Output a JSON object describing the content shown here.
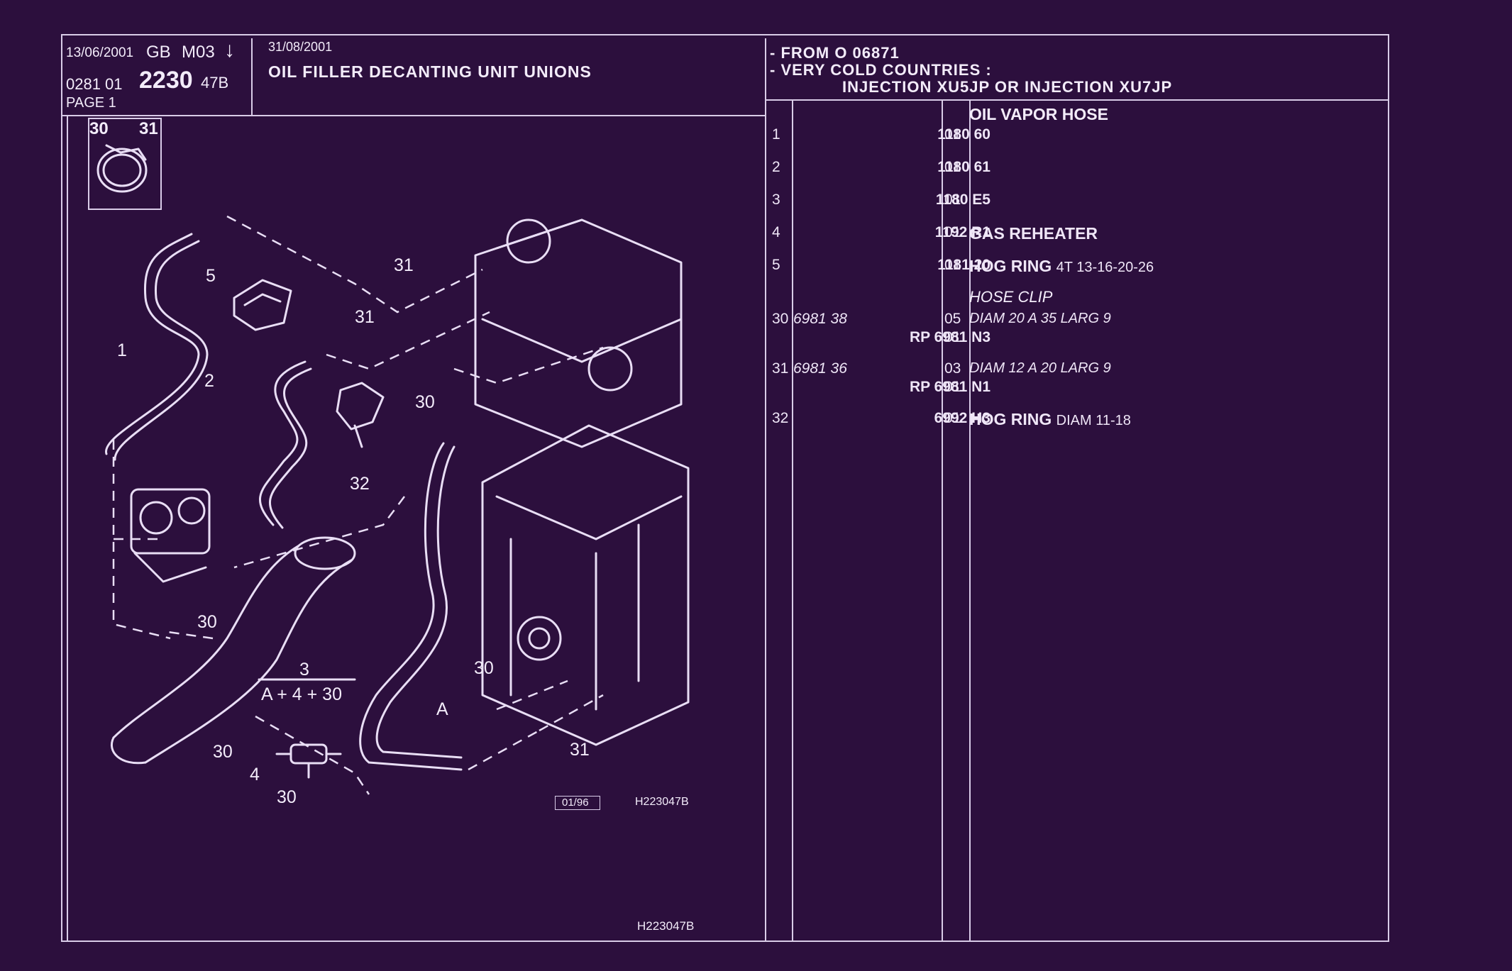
{
  "header": {
    "date1": "13/06/2001",
    "lang": "GB",
    "code": "M03",
    "arrow": "↓",
    "ref_prefix": "0281 01",
    "ref_main": "2230",
    "ref_suffix": "47B",
    "page": "PAGE 1",
    "date2": "31/08/2001",
    "title": "OIL FILLER DECANTING UNIT UNIONS",
    "cond1": "- FROM O   06871",
    "cond2": "- VERY COLD COUNTRIES :",
    "cond3": "INJECTION XU5JP OR  INJECTION XU7JP"
  },
  "diagram": {
    "inset_labels": [
      "30",
      "31"
    ],
    "callouts": [
      "1",
      "2",
      "3",
      "4",
      "5",
      "30",
      "31",
      "32",
      "A"
    ],
    "formula": "A + 4 + 30",
    "date_box": "01/96",
    "ref_small": "H223047B",
    "ref_bottom": "H223047B"
  },
  "parts": [
    {
      "idx": "1",
      "ref": "1180 60",
      "qty": "01",
      "desc": "OIL VAPOR HOSE",
      "note": ""
    },
    {
      "idx": "2",
      "ref": "1180 61",
      "qty": "01",
      "desc": "",
      "note": ""
    },
    {
      "idx": "3",
      "ref": "1180 E5",
      "qty": "01",
      "desc": "",
      "note": ""
    },
    {
      "idx": "4",
      "ref": "1192 R1",
      "qty": "01",
      "desc": "GAS REHEATER",
      "note": ""
    },
    {
      "idx": "5",
      "ref": "1181 20",
      "qty": "01",
      "desc": "HOG RING",
      "note": "4T 13-16-20-26"
    },
    {
      "idx": "30",
      "alt": "6981 38",
      "ref": "RP  6981 N3",
      "qty": "05",
      "qty2": "01",
      "desc": "HOSE CLIP",
      "note": "DIAM 20 A 35 LARG 9"
    },
    {
      "idx": "31",
      "alt": "6981 36",
      "ref": "RP  6981 N1",
      "qty": "03",
      "qty2": "01",
      "desc": "",
      "note": "DIAM 12 A 20 LARG 9"
    },
    {
      "idx": "32",
      "ref": "6992 H3",
      "qty": "01",
      "desc": "HOG RING",
      "note": "DIAM 11-18"
    }
  ]
}
